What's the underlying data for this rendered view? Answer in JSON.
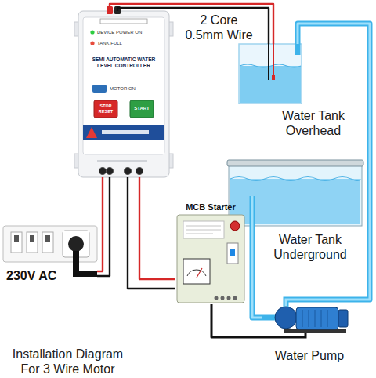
{
  "diagram": {
    "caption": "Installation Diagram For 3 Wire Motor",
    "nodes": [
      {
        "text": [
          "DEVICE POWER ON",
          "TANK FULL",
          "SEMI AUTOMATIC WATER LEVEL CONTROLLER",
          "MOTOR ON",
          "STOP RESET",
          "START"
        ]
      },
      {
        "text": [
          "Water Tank Overhead"
        ]
      },
      {
        "text": [
          "Water Tank Underground"
        ]
      },
      {
        "text": [
          "MCB Starter"
        ]
      },
      {
        "text": [
          "Water Pump"
        ]
      },
      {
        "text": [
          "230V AC"
        ]
      }
    ],
    "edges": [
      {
        "from": 0,
        "to": 1,
        "arrow": "none",
        "label": "2 Core 0.5mm Wire"
      },
      {
        "from": 5,
        "to": 0,
        "arrow": "none"
      },
      {
        "from": 0,
        "to": 3,
        "arrow": "none"
      },
      {
        "from": 3,
        "to": 4,
        "arrow": "none"
      },
      {
        "from": 2,
        "to": 4,
        "arrow": "none"
      },
      {
        "from": 4,
        "to": 1,
        "arrow": "none"
      }
    ]
  }
}
